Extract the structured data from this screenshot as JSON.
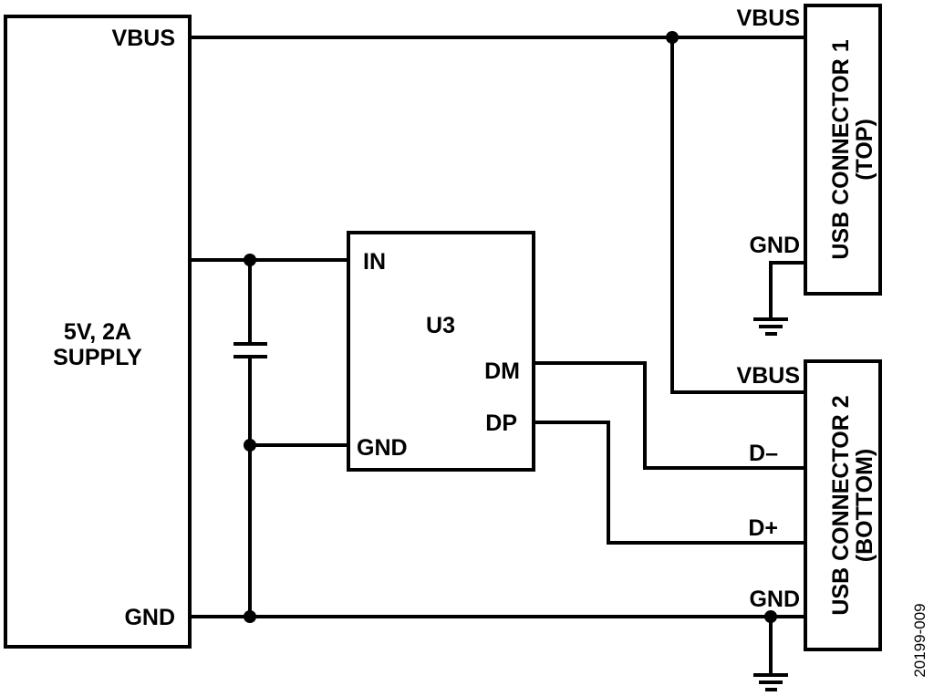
{
  "diagram": {
    "type": "schematic",
    "figure_id": "20199-009",
    "colors": {
      "line": "#000000",
      "background": "#ffffff"
    },
    "supply": {
      "title_line1": "5V, 2A",
      "title_line2": "SUPPLY",
      "pins": {
        "vbus": "VBUS",
        "gnd": "GND"
      }
    },
    "u3": {
      "label": "U3",
      "pins": {
        "in": "IN",
        "gnd": "GND",
        "dm": "DM",
        "dp": "DP"
      }
    },
    "capacitor": {
      "name": "input capacitor"
    },
    "connector1": {
      "title_line1": "USB CONNECTOR 1",
      "title_line2": "(TOP)",
      "pins": {
        "vbus": "VBUS",
        "gnd": "GND"
      }
    },
    "connector2": {
      "title_line1": "USB CONNECTOR 2",
      "title_line2": "(BOTTOM)",
      "pins": {
        "vbus": "VBUS",
        "dminus": "D–",
        "dplus": "D+",
        "gnd": "GND"
      }
    },
    "nets": [
      {
        "name": "VBUS",
        "connects": [
          "supply.VBUS",
          "connector1.VBUS",
          "connector2.VBUS"
        ]
      },
      {
        "name": "IN",
        "connects": [
          "supply",
          "capacitor",
          "u3.IN"
        ]
      },
      {
        "name": "GND",
        "connects": [
          "supply.GND",
          "capacitor",
          "u3.GND",
          "connector2.GND",
          "ground"
        ]
      },
      {
        "name": "D-",
        "connects": [
          "u3.DM",
          "connector2.D–"
        ]
      },
      {
        "name": "D+",
        "connects": [
          "u3.DP",
          "connector2.D+"
        ]
      },
      {
        "name": "GND1",
        "connects": [
          "connector1.GND",
          "ground"
        ]
      }
    ]
  }
}
